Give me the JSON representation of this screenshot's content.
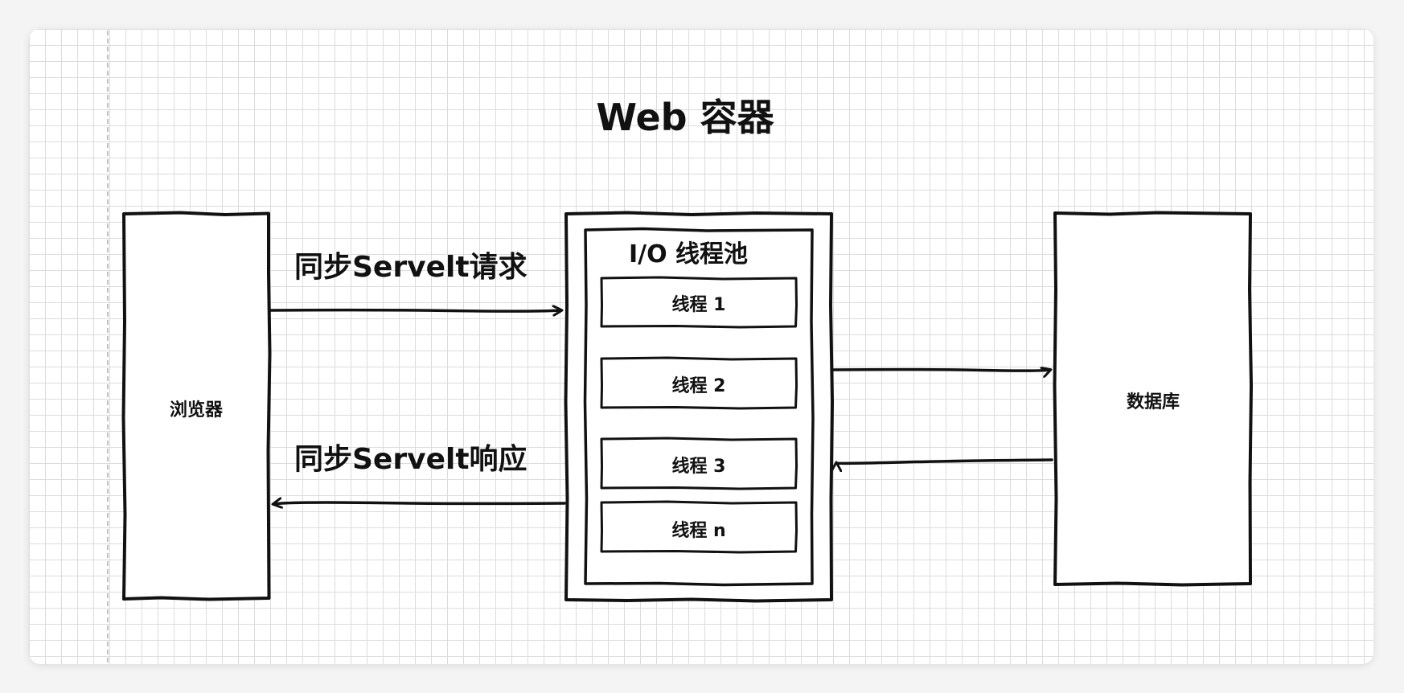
{
  "title": "Web 容器",
  "browser": {
    "label": "浏览器"
  },
  "database": {
    "label": "数据库"
  },
  "thread_pool": {
    "label": "I/O 线程池",
    "threads": [
      "线程 1",
      "线程 2",
      "线程 3",
      "线程 n"
    ]
  },
  "arrows": {
    "request_label": "同步Servelt请求",
    "response_label": "同步Servelt响应"
  },
  "colors": {
    "ink": "#111111",
    "grid": "#dcdcdc",
    "card": "#ffffff",
    "background": "#f4f4f4"
  }
}
